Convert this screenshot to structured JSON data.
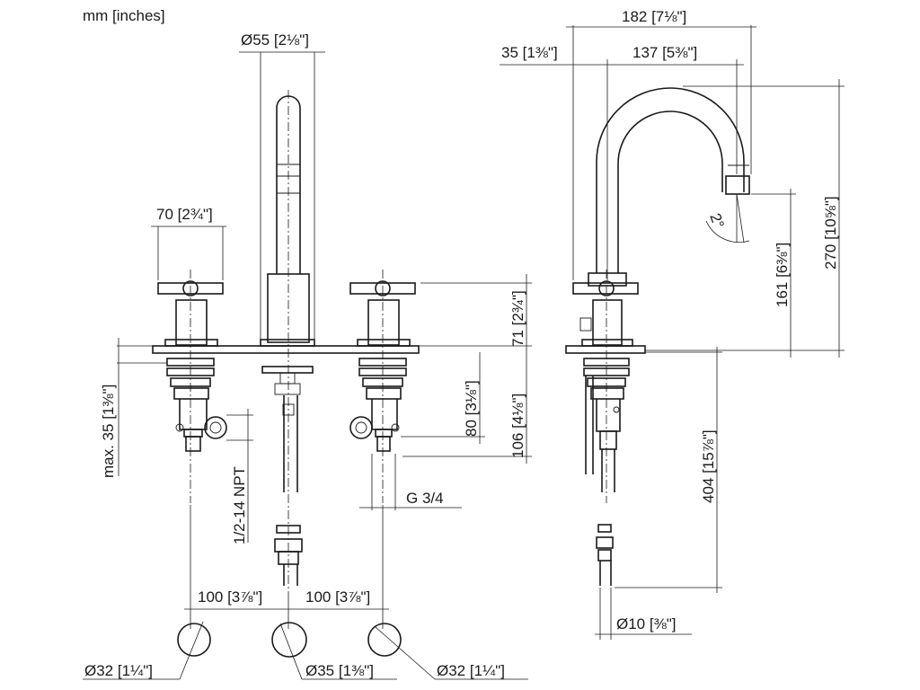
{
  "units_label": "mm [inches]",
  "dims": {
    "spout_diameter": "Ø55 [2⅛\"]",
    "handle_width": "70 [2¾\"]",
    "max_deck": "max. 35 [1⅜\"]",
    "npt": "1/2-14 NPT",
    "valve_80": "80 [3⅛\"]",
    "valve_106": "106 [4⅛\"]",
    "height_71": "71 [2¾\"]",
    "g34": "G 3/4",
    "spacing_left": "100 [3⅞\"]",
    "spacing_right": "100 [3⅞\"]",
    "hole_left": "Ø32 [1¼\"]",
    "hole_center": "Ø35 [1⅜\"]",
    "hole_right": "Ø32 [1¼\"]",
    "overall_182": "182 [7⅛\"]",
    "offset_35": "35 [1⅜\"]",
    "reach_137": "137 [5⅜\"]",
    "height_270": "270 [10⅝\"]",
    "height_161": "161 [6⅜\"]",
    "angle": "2°",
    "hose_404": "404 [15⅞\"]",
    "hose_dia": "Ø10 [⅜\"]"
  }
}
